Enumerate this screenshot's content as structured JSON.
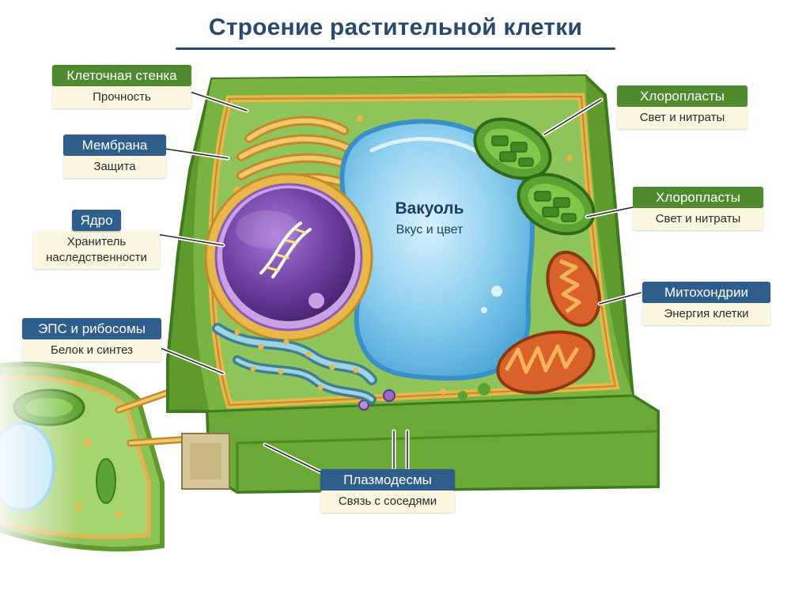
{
  "title": "Строение растительной клетки",
  "organelles": {
    "vacuole": {
      "name": "Вакуоль",
      "desc": "Вкус и цвет"
    }
  },
  "labels": {
    "cell_wall": {
      "name": "Клеточная стенка",
      "desc": "Прочность"
    },
    "membrane": {
      "name": "Мембрана",
      "desc": "Защита"
    },
    "nucleus": {
      "name": "Ядро",
      "desc1": "Хранитель",
      "desc2": "наследственности"
    },
    "er_ribosomes": {
      "name": "ЭПС и рибосомы",
      "desc": "Белок и синтез"
    },
    "chloroplast_1": {
      "name": "Хлоропласты",
      "desc": "Свет и нитраты"
    },
    "chloroplast_2": {
      "name": "Хлоропласты",
      "desc": "Свет и нитраты"
    },
    "mitochondria": {
      "name": "Митохондрии",
      "desc": "Энергия клетки"
    },
    "plasmodesmata": {
      "name": "Плазмодесмы",
      "desc": "Связь с соседями"
    }
  },
  "colors": {
    "title": "#2a4a6b",
    "label_green": "#4f8a2e",
    "label_blue": "#2f5d8c",
    "label_desc_bg": "#fbf6de",
    "cell_wall": "#6ea83a",
    "cytoplasm": "#8fc45a",
    "membrane": "#e9b64a",
    "vacuole": "#7cc6ec",
    "nucleus": "#6b3fa0",
    "golgi": "#e3b34f",
    "er": "#5aa3b8",
    "chloroplast": "#5ba332",
    "mitochondria": "#d9622a"
  }
}
